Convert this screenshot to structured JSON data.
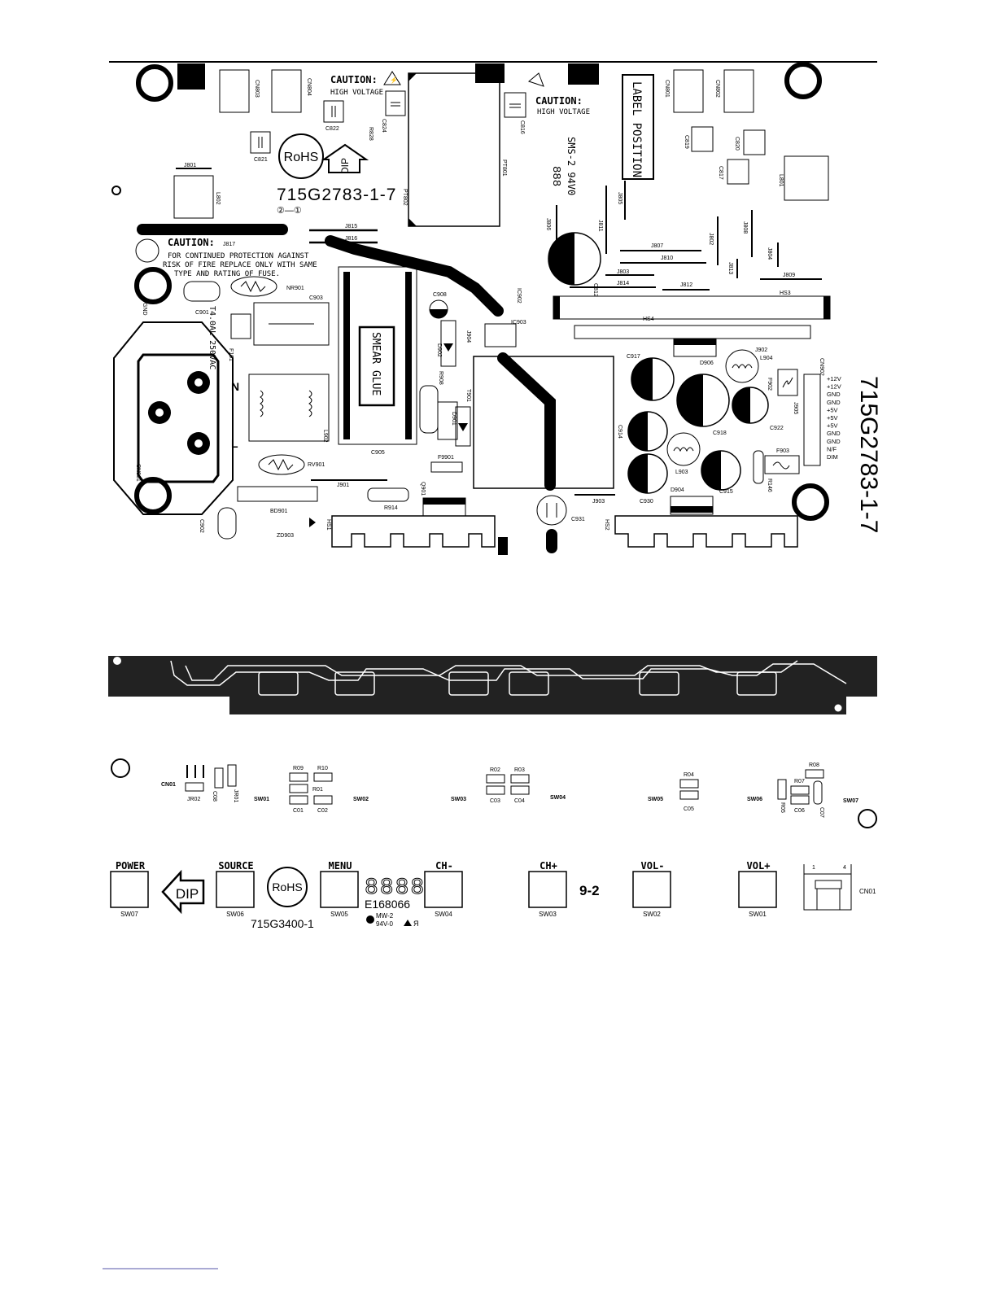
{
  "power_board": {
    "caution_hv_left": "CAUTION:",
    "high_voltage_left": "HIGH VOLTAGE",
    "caution_hv_right": "CAUTION:",
    "high_voltage_right": "HIGH VOLTAGE",
    "label_position": "LABEL POSITION",
    "rohs": "RoHS",
    "dip": "DIP",
    "model": "715G2783-1-7",
    "revision": "②—①",
    "side_model": "715G2783-1-7",
    "caution_fuse_title": "CAUTION:",
    "caution_fuse_line1": "FOR CONTINUED PROTECTION AGAINST",
    "caution_fuse_line2": "RISK OF FIRE REPLACE ONLY WITH SAME",
    "caution_fuse_line3": "TYPE AND RATING OF FUSE.",
    "fuse_rating": "T4.0AL 250VAC",
    "smear_glue": "SMEAR GLUE",
    "ul_mark": "SMS-2 94V0",
    "date_code": "888",
    "input_n": "N",
    "input_l": "L",
    "connector_pins": [
      "+12V",
      "+12V",
      "GND",
      "GND",
      "+5V",
      "+5V",
      "+5V",
      "GND",
      "GND",
      "N/F",
      "DIM"
    ],
    "refs": {
      "cn803": "CN803",
      "cn804": "CN804",
      "cn801": "CN801",
      "cn802": "CN802",
      "c822": "C822",
      "c821": "C821",
      "r828": "R828",
      "c824": "C824",
      "c816": "C816",
      "c819": "C819",
      "c820": "C820",
      "c817": "C817",
      "pt801": "PT801",
      "pt802": "PT802",
      "j801": "J801",
      "l802": "L802",
      "l801": "L801",
      "j805": "J805",
      "j806": "J806",
      "j811": "J811",
      "j815": "J815",
      "j816": "J816",
      "j817": "J817",
      "j807": "J807",
      "j810": "J810",
      "j802": "J802",
      "j808": "J808",
      "j804": "J804",
      "j813": "J813",
      "j803": "J803",
      "j814": "J814",
      "j812": "J812",
      "j809": "J809",
      "c812": "C812",
      "nr901": "NR901",
      "c901": "C901",
      "c903": "C903",
      "f101": "F101",
      "c908": "C908",
      "ic902": "IC902",
      "ic903": "IC903",
      "hs3": "HS3",
      "hs4": "HS4",
      "j904": "J904",
      "d902": "D902",
      "c917": "C917",
      "d906": "D906",
      "j902": "J902",
      "l904": "L904",
      "cn902": "CN902",
      "f902": "F902",
      "j905": "J905",
      "c918": "C918",
      "c922": "C922",
      "c914": "C914",
      "l903": "L903",
      "f903": "F903",
      "r146": "R146",
      "c930": "C930",
      "c915": "C915",
      "d904": "D904",
      "l902": "L902",
      "c905": "C905",
      "rv901": "RV901",
      "r908": "R908",
      "t901": "T901",
      "d901": "D901",
      "f9901": "F9901",
      "j901": "J901",
      "r914": "R914",
      "q901": "Q901",
      "j903": "J903",
      "c931": "C931",
      "hs1": "HS1",
      "hs2": "HS2",
      "bd901": "BD901",
      "zd903": "ZD903",
      "c902": "C902",
      "cn901": "CN901",
      "gnd": "GND"
    }
  },
  "key_board": {
    "refs": {
      "cn01a": "CN01",
      "jr02": "JR02",
      "c08": "C08",
      "jr01": "JR01",
      "r09": "R09",
      "r10": "R10",
      "r01": "R01",
      "c01": "C01",
      "c02": "C02",
      "r02": "R02",
      "r03": "R03",
      "c03": "C03",
      "c04": "C04",
      "r04": "R04",
      "c05": "C05",
      "r08": "R08",
      "r07": "R07",
      "r05": "R05",
      "c06": "C06",
      "c07": "C07"
    },
    "switch_refs_top": [
      "SW01",
      "SW02",
      "SW03",
      "SW04",
      "SW05",
      "SW06",
      "SW07"
    ],
    "buttons": [
      {
        "label": "POWER",
        "ref": "SW07"
      },
      {
        "label": "SOURCE",
        "ref": "SW06"
      },
      {
        "label": "MENU",
        "ref": "SW05"
      },
      {
        "label": "CH-",
        "ref": "SW04"
      },
      {
        "label": "CH+",
        "ref": "SW03"
      },
      {
        "label": "VOL-",
        "ref": "SW02"
      },
      {
        "label": "VOL+",
        "ref": "SW01"
      }
    ],
    "dip": "DIP",
    "rohs": "RoHS",
    "model": "715G3400-1",
    "date_code": "8888",
    "file_no": "E168066",
    "mw": "MW-2",
    "ul": "94V-0",
    "version": "9-2",
    "cn01": "CN01",
    "cn01_pin1": "1",
    "cn01_pin4": "4"
  }
}
